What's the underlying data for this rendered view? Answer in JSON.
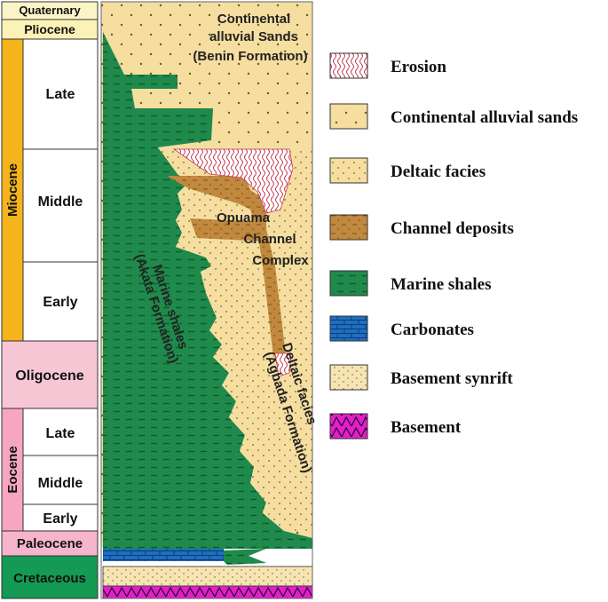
{
  "chronostratigraphy": {
    "quaternary": "Quaternary",
    "pliocene": "Pliocene",
    "miocene": "Miocene",
    "miocene_late": "Late",
    "miocene_middle": "Middle",
    "miocene_early": "Early",
    "oligocene": "Oligocene",
    "eocene": "Eocene",
    "eocene_late": "Late",
    "eocene_middle": "Middle",
    "eocene_early": "Early",
    "paleocene": "Paleocene",
    "cretaceous": "Cretaceous"
  },
  "formations": {
    "benin_line1": "Continental",
    "benin_line2": "alluvial Sands",
    "benin_line3": "(Benin Formation)",
    "opuama_line1": "Opuama",
    "opuama_line2": "Channel",
    "opuama_line3": "Complex",
    "akata_line1": "Marine shales",
    "akata_line2": "(Akata Formation)",
    "agbada_line1": "Deltaic facies",
    "agbada_line2": "(Agbada Formation)"
  },
  "legend": [
    {
      "label": "Erosion",
      "pattern": "erosion"
    },
    {
      "label": "Continental alluvial sands",
      "pattern": "alluvial"
    },
    {
      "label": "Deltaic facies",
      "pattern": "deltaic"
    },
    {
      "label": "Channel deposits",
      "pattern": "channel"
    },
    {
      "label": "Marine shales",
      "pattern": "shale"
    },
    {
      "label": "Carbonates",
      "pattern": "carbonate"
    },
    {
      "label": "Basement synrift",
      "pattern": "synrift"
    },
    {
      "label": "Basement",
      "pattern": "basement"
    }
  ],
  "colors": {
    "sand": "#f5dea0",
    "sand_light": "#f6e4b2",
    "shale": "#1f8a4c",
    "channel": "#c1893e",
    "carbonate": "#1f6fc0",
    "basement": "#e020c8",
    "miocene": "#f5b41c",
    "oligocene": "#f7c6d5",
    "eocene": "#f6a6c2",
    "paleocene": "#f6b5cc",
    "cretaceous": "#149a52",
    "pliocene": "#fbf2b6",
    "quaternary": "#fbf4c6"
  }
}
